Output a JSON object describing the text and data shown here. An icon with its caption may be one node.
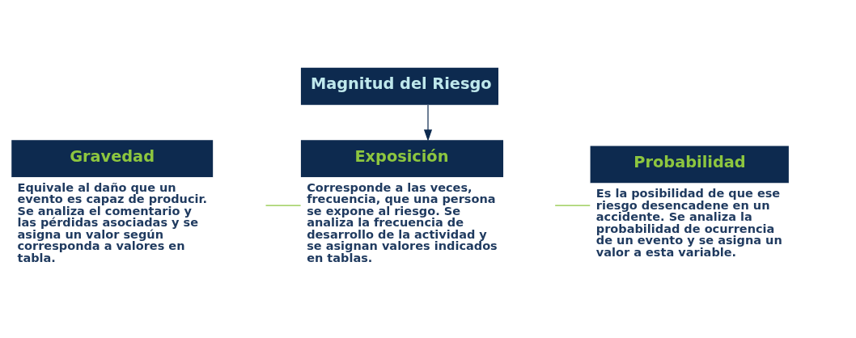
{
  "diagram": {
    "nodes": [
      {
        "text": [
          "Magnitud del Riesgo"
        ]
      },
      {
        "text": [
          "Gravedad",
          "Equivale al daño que un evento es capaz de producir. Se analiza el comentario y las pérdidas asociadas y se asigna un valor según corresponda a valores en tabla."
        ]
      },
      {
        "text": [
          "Exposición",
          "Corresponde a las veces, frecuencia, que una persona se expone al riesgo. Se analiza la frecuencia de desarrollo de la actividad y se asignan valores indicados en tablas."
        ]
      },
      {
        "text": [
          "Probabilidad",
          "Es la posibilidad de que ese riesgo desencadene en un accidente. Se analiza la probabilidad de ocurrencia de un evento y se asigna un valor a esta variable."
        ]
      }
    ],
    "edges": [
      {
        "from": 0,
        "to": 2,
        "arrow": "to",
        "color": "#0d2a4f"
      },
      {
        "from": 1,
        "to": 2,
        "arrow": "none"
      },
      {
        "from": 2,
        "to": 3,
        "arrow": "none"
      }
    ]
  }
}
